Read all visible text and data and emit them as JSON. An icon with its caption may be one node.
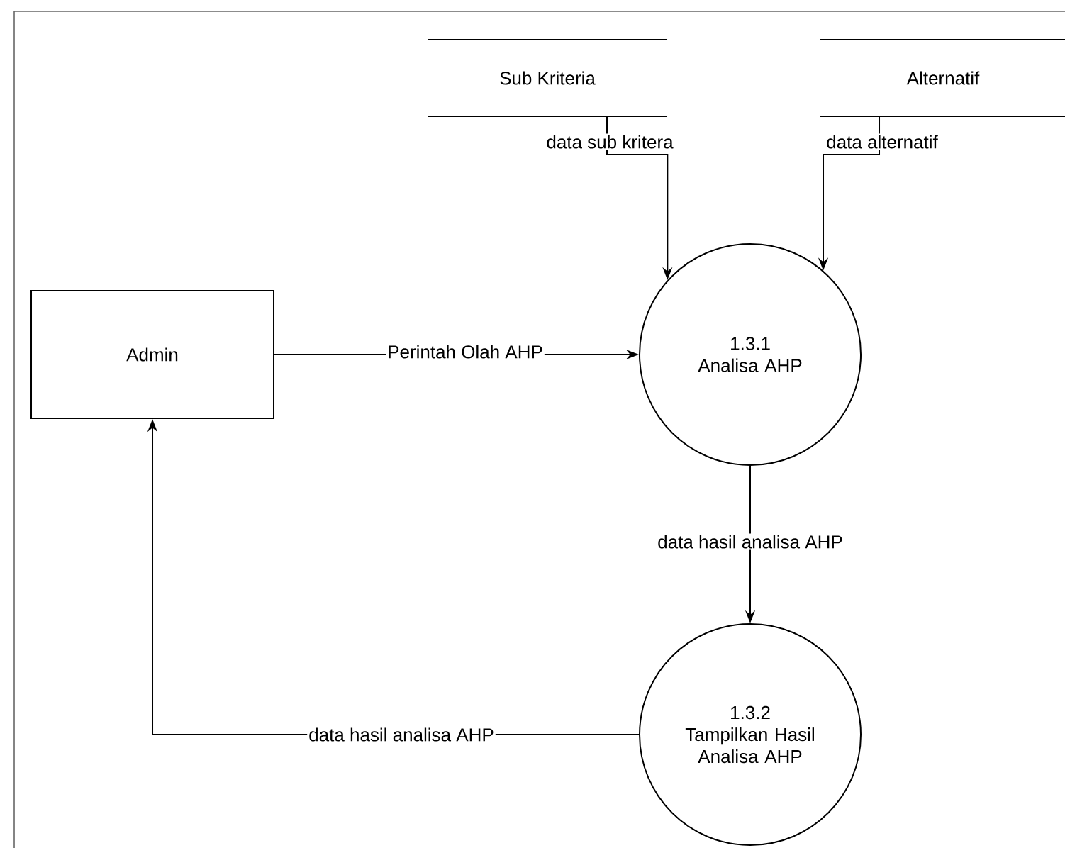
{
  "diagram": {
    "nodes": [
      {
        "text": [
          "Sub Kriteria"
        ]
      },
      {
        "text": [
          "Alternatif"
        ]
      },
      {
        "text": [
          "Admin"
        ]
      },
      {
        "text": [
          "1.3.1",
          "Analisa AHP"
        ]
      },
      {
        "text": [
          "1.3.2",
          "Tampilkan Hasil Analisa AHP"
        ]
      }
    ],
    "edges": [
      {
        "from": 0,
        "to": 3,
        "arrow": "to",
        "label": "data sub kritera"
      },
      {
        "from": 1,
        "to": 3,
        "arrow": "to",
        "label": "data alternatif"
      },
      {
        "from": 2,
        "to": 3,
        "arrow": "to",
        "label": "Perintah Olah AHP"
      },
      {
        "from": 3,
        "to": 4,
        "arrow": "to",
        "label": "data hasil analisa AHP"
      },
      {
        "from": 4,
        "to": 2,
        "arrow": "to",
        "label": "data hasil analisa AHP"
      }
    ]
  }
}
